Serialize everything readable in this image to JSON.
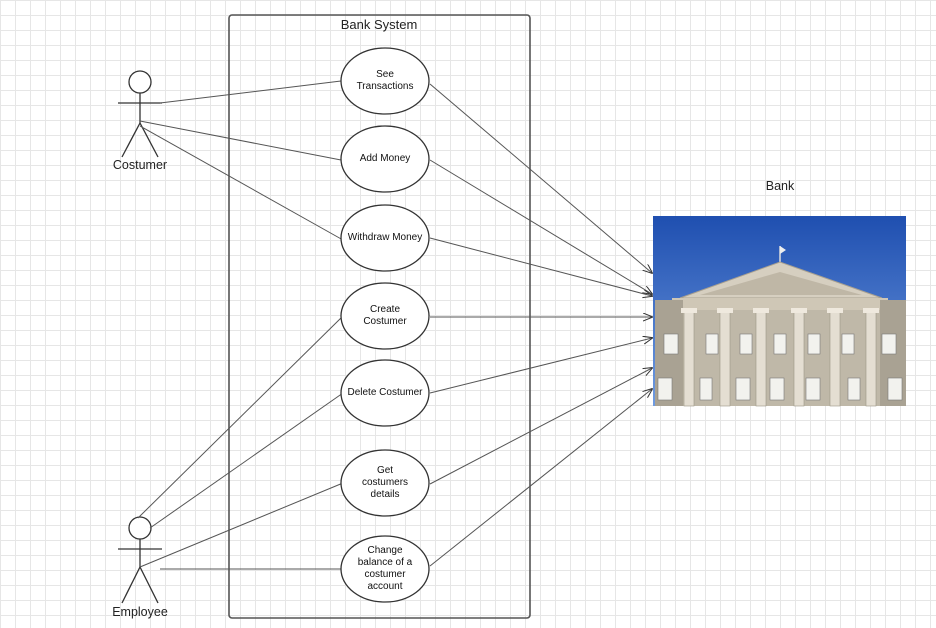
{
  "diagram": {
    "system_title": "Bank System",
    "actors": {
      "customer": "Costumer",
      "employee": "Employee"
    },
    "bank_label": "Bank",
    "use_cases": [
      "See Transactions",
      "Add Money",
      "Withdraw Money",
      "Create Costumer",
      "Delete Costumer",
      "Get  costumers details",
      "Change balance of a costumer account"
    ],
    "colors": {
      "line": "#555555",
      "sky": "#2a5db0",
      "building": "#c9c2b4"
    }
  }
}
